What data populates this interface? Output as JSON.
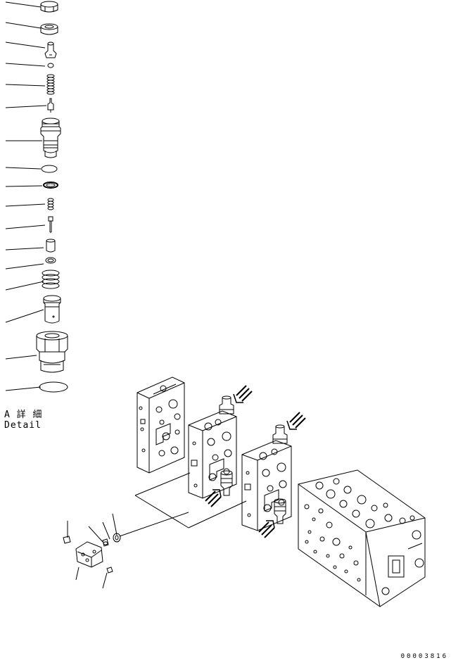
{
  "detail_label": {
    "line1": "A 詳 細",
    "line2": "Detail"
  },
  "drawing_number": "00003816",
  "colors": {
    "ink": "#000000",
    "paper": "#ffffff"
  }
}
